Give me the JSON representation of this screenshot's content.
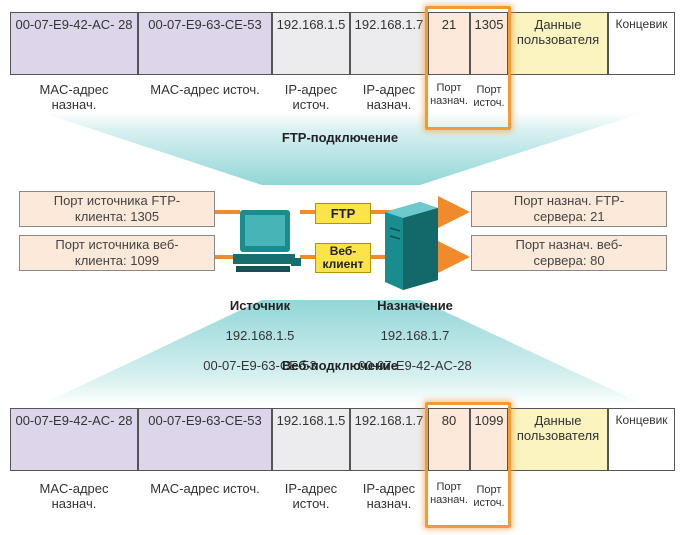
{
  "top_frame": {
    "cells": [
      {
        "text": "00-07-E9-42-AC-\n28",
        "style": "purple"
      },
      {
        "text": "00-07-E9-63-CE-53",
        "style": "purple"
      },
      {
        "text": "192.168.1.5",
        "style": "grey"
      },
      {
        "text": "192.168.1.7",
        "style": "grey"
      },
      {
        "text": "21",
        "style": "peach"
      },
      {
        "text": "1305",
        "style": "peach"
      },
      {
        "text": "Данные\nпользователя",
        "style": "yellow"
      },
      {
        "text": "Концевик",
        "style": "white"
      }
    ],
    "labels": [
      "MAC-адрес\nназнач.",
      "MAC-адрес источ.",
      "IP-адрес\nисточ.",
      "IP-адрес\nназнач.",
      "Порт\nназнач.",
      "Порт\nисточ."
    ]
  },
  "bottom_frame": {
    "cells": [
      {
        "text": "00-07-E9-42-AC-\n28",
        "style": "purple"
      },
      {
        "text": "00-07-E9-63-CE-53",
        "style": "purple"
      },
      {
        "text": "192.168.1.5",
        "style": "grey"
      },
      {
        "text": "192.168.1.7",
        "style": "grey"
      },
      {
        "text": "80",
        "style": "peach"
      },
      {
        "text": "1099",
        "style": "peach"
      },
      {
        "text": "Данные\nпользователя",
        "style": "yellow"
      },
      {
        "text": "Концевик",
        "style": "white"
      }
    ],
    "labels": [
      "MAC-адрес\nназнач.",
      "MAC-адрес источ.",
      "IP-адрес\nисточ.",
      "IP-адрес\nназнач.",
      "Порт\nназнач.",
      "Порт\nисточ."
    ]
  },
  "ftp_heading": "FTP-подключение",
  "web_heading": "Веб-подключение",
  "left_ports": {
    "ftp": "Порт источника FTP-\nклиента: 1305",
    "web": "Порт источника веб-\nклиента: 1099"
  },
  "right_ports": {
    "ftp": "Порт назнач. FTP-\nсервера: 21",
    "web": "Порт назнач. веб-\nсервера: 80"
  },
  "tags": {
    "ftp": "FTP",
    "web": "Веб-\nклиент"
  },
  "source": {
    "title": "Источник",
    "ip": "192.168.1.5",
    "mac": "00-07-E9-63-CE-53"
  },
  "destination": {
    "title": "Назначение",
    "ip": "192.168.1.7",
    "mac": "00-07-E9-42-AC-28"
  },
  "colors": {
    "highlight": "#f39a35",
    "arrow": "#f08a2a",
    "funnel": "#9fd8d9",
    "device": "#1b8c8e"
  }
}
